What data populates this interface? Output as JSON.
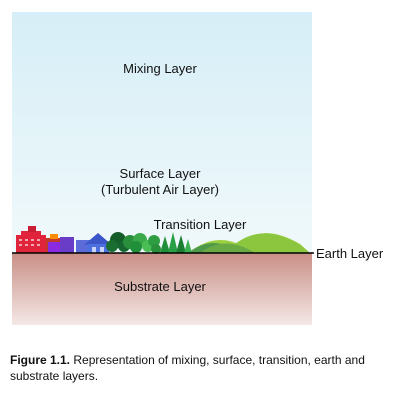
{
  "diagram": {
    "labels": {
      "mixing": "Mixing Layer",
      "surface_line1": "Surface Layer",
      "surface_line2": "(Turbulent Air Layer)",
      "transition": "Transition Layer",
      "earth": "Earth Layer",
      "substrate": "Substrate Layer"
    },
    "colors": {
      "sky_top": "#d6eef7",
      "sky_bottom": "#f0f9fb",
      "substrate_top": "#c98f86",
      "substrate_bottom": "#f4e8e6",
      "ground_line": "#000000",
      "buildings": [
        "#e0243c",
        "#8a2be2",
        "#3a56c8"
      ],
      "trees": "#1f8f3a",
      "hills": [
        "#4f9a4a",
        "#7cbd3a",
        "#9ccf3f"
      ]
    }
  },
  "caption": {
    "label": "Figure 1.1.",
    "text": "Representation of mixing, surface, transition, earth and substrate layers."
  }
}
